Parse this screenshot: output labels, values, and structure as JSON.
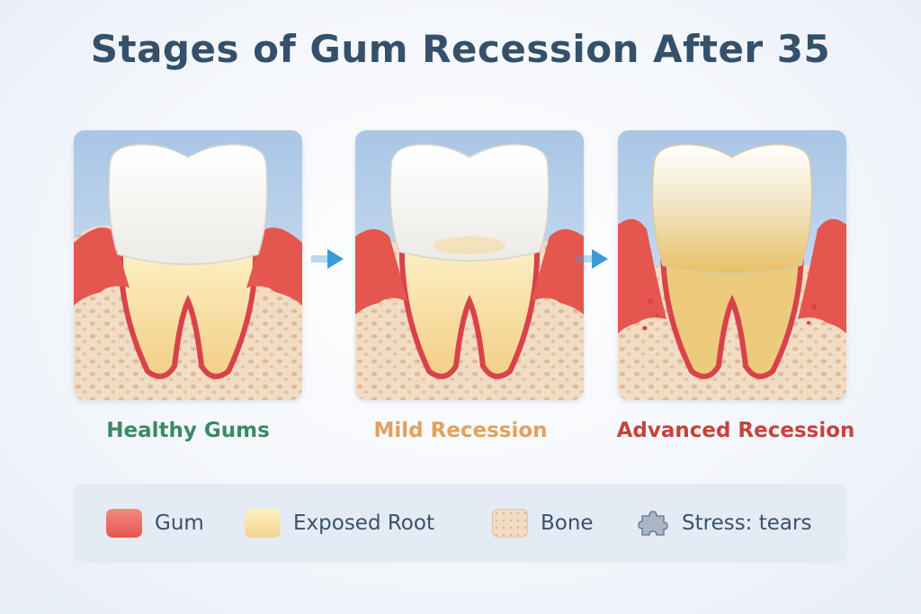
{
  "title": "Stages of Gum Recession After 35",
  "stages": [
    {
      "label": "Healthy Gums",
      "color": "#3a8a65"
    },
    {
      "label": "Mild Recession",
      "color": "#e5a05c"
    },
    {
      "label": "Advanced Recession",
      "color": "#c8423a"
    }
  ],
  "legend": [
    {
      "label": "Gum",
      "icon": "gum-swatch-icon"
    },
    {
      "label": "Exposed Root",
      "icon": "root-swatch-icon"
    },
    {
      "label": "Bone",
      "icon": "bone-swatch-icon"
    },
    {
      "label": "Stress: tears",
      "icon": "puzzle-piece-icon"
    }
  ],
  "colors": {
    "gum": "#e5564f",
    "root": "#f6d48e",
    "bone": "#f3dcc4",
    "arrow": "#3b9bd9",
    "title": "#34506a"
  }
}
